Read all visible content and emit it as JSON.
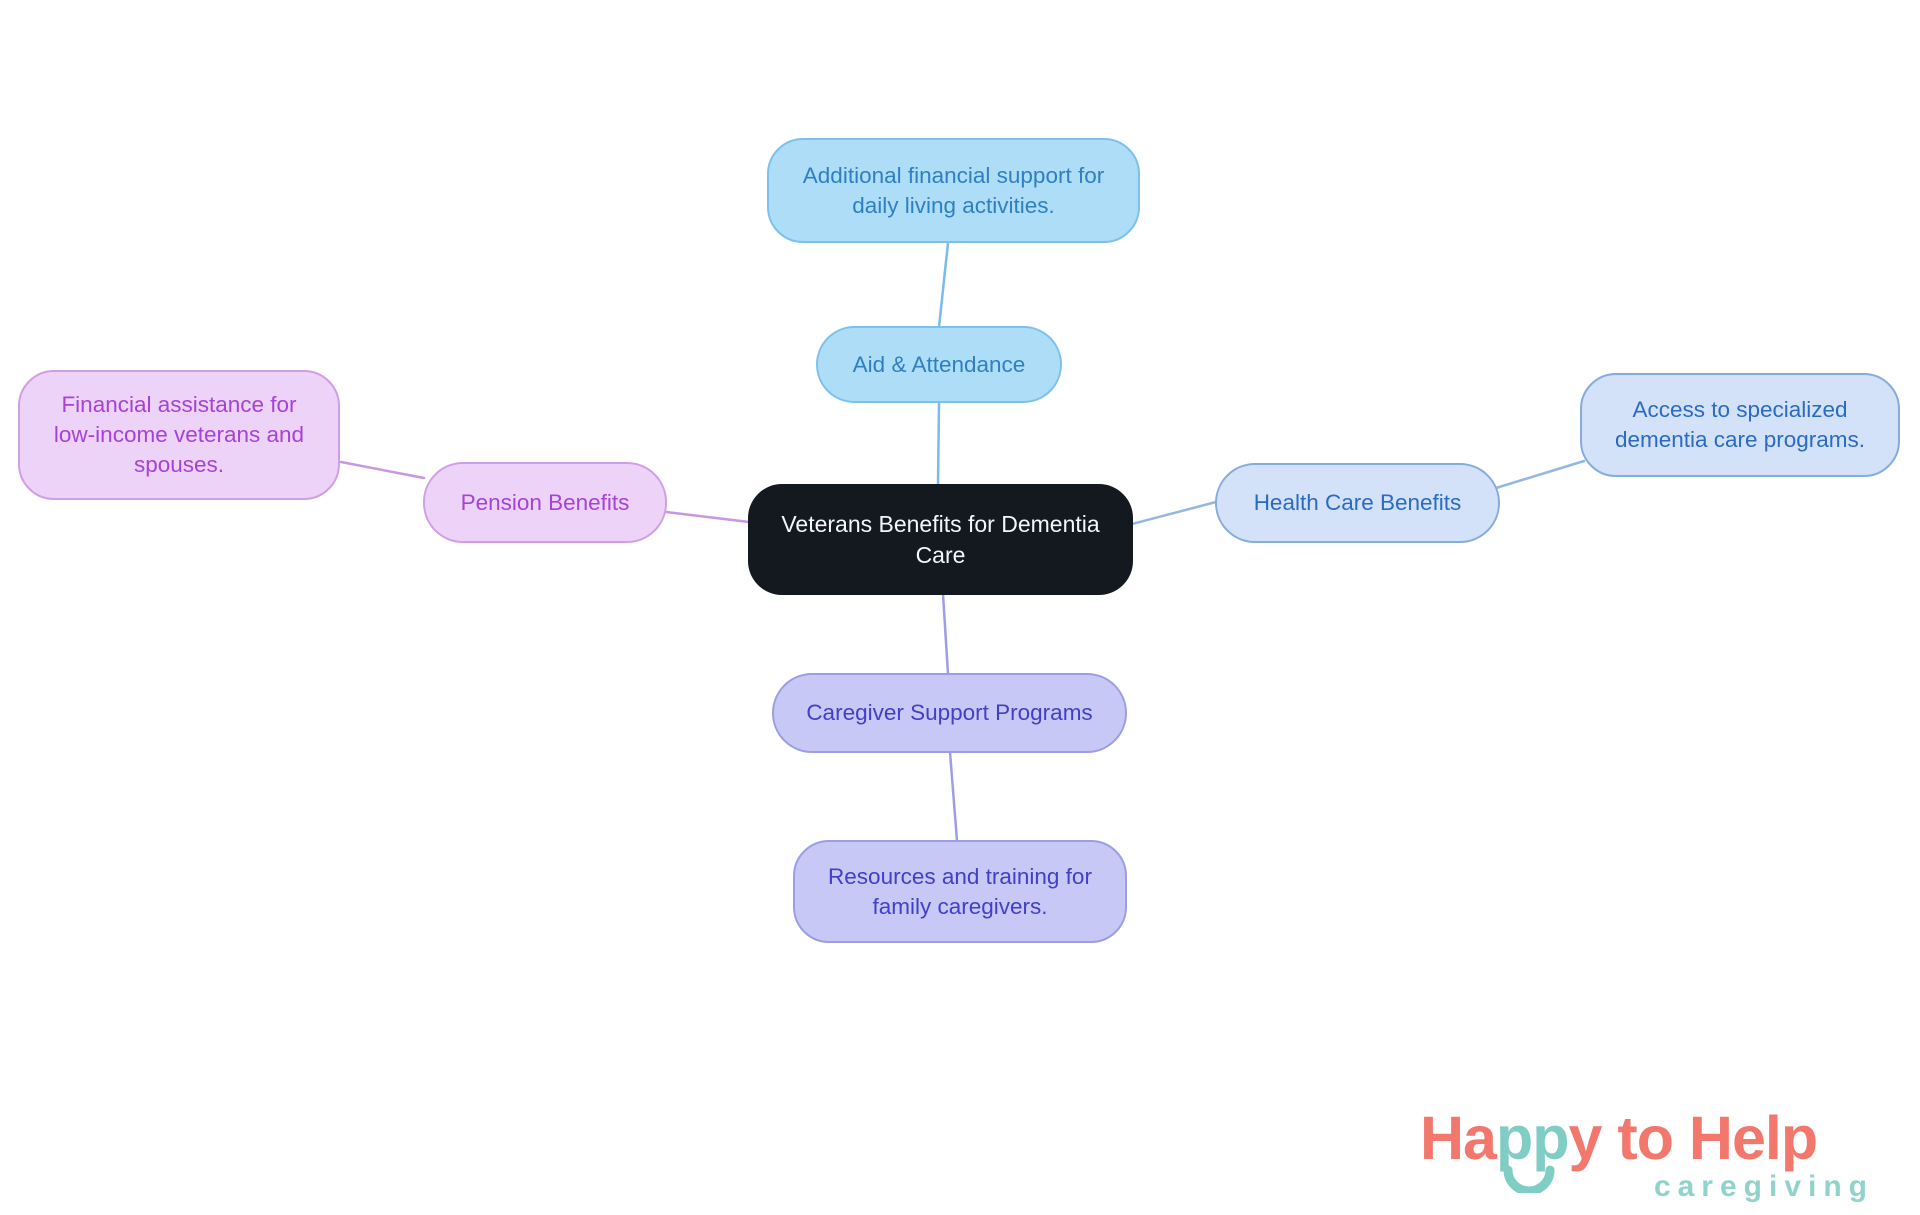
{
  "title": "Veterans Benefits for Dementia Care mind map",
  "background": "#ffffff",
  "center": {
    "label": "Veterans Benefits for Dementia Care",
    "fill": "#14181f",
    "text_color": "#f4f6f8"
  },
  "branches": [
    {
      "id": "aid",
      "label": "Aid & Attendance",
      "child_label": "Additional financial support for daily living activities.",
      "fill": "#aeddf8",
      "border": "#7cc1ee",
      "text_color": "#2e80c3",
      "line_color": "#79bbea"
    },
    {
      "id": "health",
      "label": "Health Care Benefits",
      "child_label": "Access to specialized dementia care programs.",
      "fill": "#d3e2f8",
      "border": "#86acde",
      "text_color": "#2a6bc3",
      "line_color": "#93b7e3"
    },
    {
      "id": "pension",
      "label": "Pension Benefits",
      "child_label": "Financial assistance for low-income veterans and spouses.",
      "fill": "#eed3f9",
      "border": "#d19ee6",
      "text_color": "#a443d7",
      "line_color": "#cb95e0"
    },
    {
      "id": "caregiver",
      "label": "Caregiver Support Programs",
      "child_label": "Resources and training for family caregivers.",
      "fill": "#c7c8f5",
      "border": "#9c9de2",
      "text_color": "#4140c6",
      "line_color": "#9d9eea"
    }
  ],
  "logo": {
    "part1": "Ha",
    "part2": "pp",
    "part3": "y to Help",
    "subtitle": "caregiving",
    "coral": "#f2776c",
    "teal": "#7fcdc5",
    "subtitle_color": "#90d3cb"
  }
}
